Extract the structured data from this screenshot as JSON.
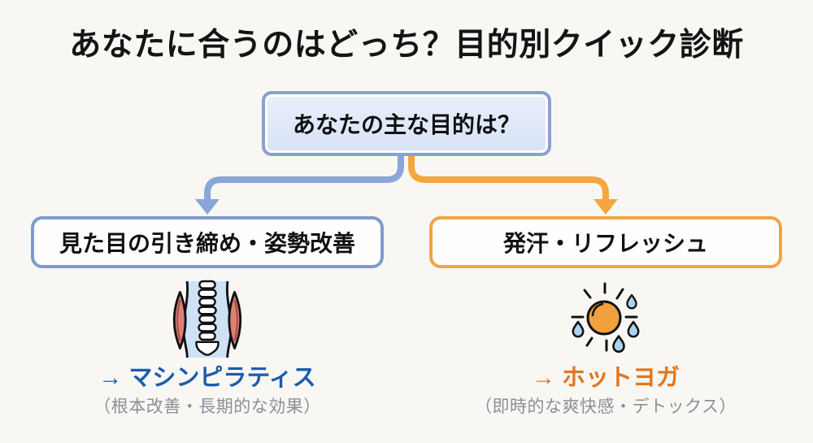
{
  "title": "あなたに合うのはどっち？目的別クイック診断",
  "flow": {
    "root_question": "あなたの主な目的は？",
    "branches": [
      {
        "id": "machine-pilates",
        "label": "見た目の引き締め・姿勢改善",
        "result": "→ マシンピラティス",
        "note": "（根本改善・長期的な効果）",
        "icon": "spine-muscles-icon",
        "accent_color": "#7f9bce",
        "result_color": "#1c5cab"
      },
      {
        "id": "hot-yoga",
        "label": "発汗・リフレッシュ",
        "result": "→ ホットヨガ",
        "note": "（即時的な爽快感・デトックス）",
        "icon": "sun-sweat-drops-icon",
        "accent_color": "#f0a445",
        "result_color": "#e2771d"
      }
    ]
  },
  "colors": {
    "background": "#f8f7f4",
    "title_text": "#141414",
    "root_box_fill": "#dde7f6",
    "root_box_border": "#8aa0cf",
    "blue_connector": "#8ba5d8",
    "orange_connector": "#f5a63e",
    "note_text": "#8b9097",
    "sun_fill": "#f0a03c",
    "droplet_fill": "#a9d3ef",
    "muscle_fill": "#dd8177",
    "torso_fill": "#cde2f5"
  }
}
